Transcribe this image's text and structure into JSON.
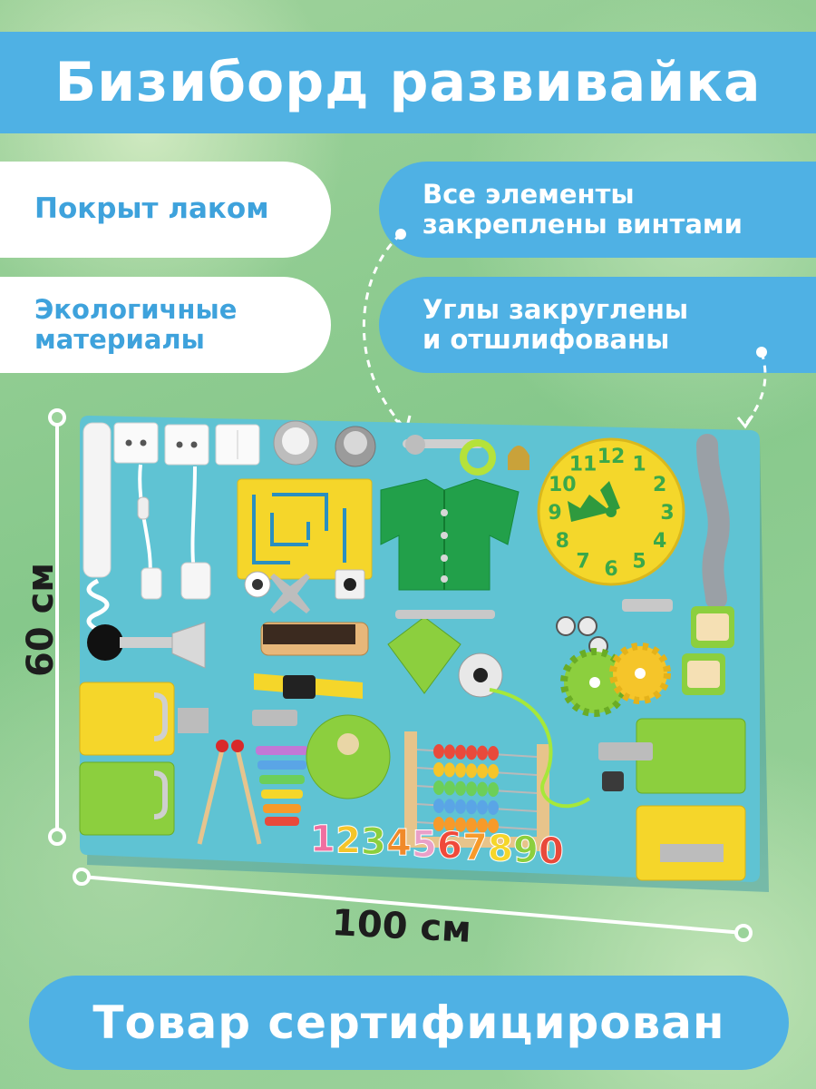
{
  "header": {
    "title": "Бизиборд развивайка"
  },
  "features": {
    "varnish": "Покрыт лаком",
    "eco_line1": "Экологичные",
    "eco_line2": "материалы",
    "screws_line1": "Все элементы",
    "screws_line2": "закреплены винтами",
    "corners_line1": "Углы закруглены",
    "corners_line2": "и отшлифованы"
  },
  "dimensions": {
    "height": "60 см",
    "width": "100 см"
  },
  "board": {
    "clock_numbers": [
      "12",
      "1",
      "2",
      "3",
      "4",
      "5",
      "6",
      "7",
      "8",
      "9",
      "10",
      "11"
    ],
    "number_row": [
      "1",
      "2",
      "3",
      "4",
      "5",
      "6",
      "7",
      "8",
      "9",
      "0"
    ],
    "colors": {
      "board": "#5fc3d3",
      "yellow": "#f5d62a",
      "green": "#8ccf3e",
      "clock": "#f4d72b"
    }
  },
  "footer": {
    "certified": "Товар сертифицирован"
  }
}
